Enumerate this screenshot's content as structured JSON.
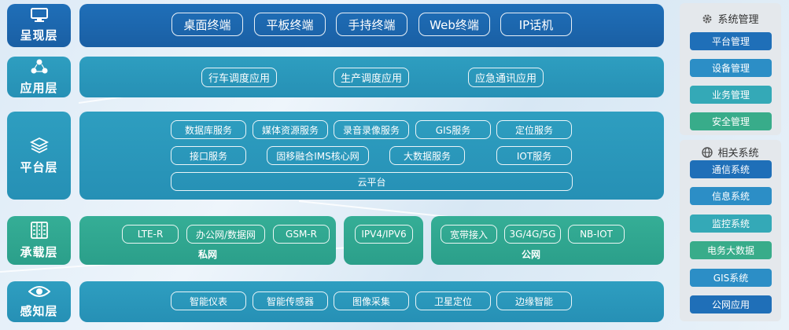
{
  "colors": {
    "blue": "#1f6fb8",
    "teal": "#2e9ec0",
    "green": "#35ae96",
    "side_blue": "#1f6fb8",
    "side_lightblue": "#2c8ec6",
    "side_teal": "#34a9b7",
    "side_green": "#38ac8a"
  },
  "layers": {
    "presentation": {
      "label": "呈现层",
      "icon": "monitor-icon",
      "items": [
        "桌面终端",
        "平板终端",
        "手持终端",
        "Web终端",
        "IP话机"
      ]
    },
    "application": {
      "label": "应用层",
      "icon": "network-nodes-icon",
      "items": [
        "行车调度应用",
        "生产调度应用",
        "应急通讯应用"
      ]
    },
    "platform": {
      "label": "平台层",
      "icon": "layers-icon",
      "row1": [
        "数据库服务",
        "媒体资源服务",
        "录音录像服务",
        "GIS服务",
        "定位服务"
      ],
      "row2": [
        "接口服务",
        "固移融合IMS核心网",
        "大数据服务",
        "IOT服务"
      ],
      "cloud": "云平台"
    },
    "bearer": {
      "label": "承载层",
      "icon": "server-rack-icon",
      "private": {
        "items": [
          "LTE-R",
          "办公网/数据网",
          "GSM-R"
        ],
        "title": "私网"
      },
      "ipv": "IPV4/IPV6",
      "public": {
        "items": [
          "宽带接入",
          "3G/4G/5G",
          "NB-IOT"
        ],
        "title": "公网"
      }
    },
    "perception": {
      "label": "感知层",
      "icon": "eye-icon",
      "items": [
        "智能仪表",
        "智能传感器",
        "图像采集",
        "卫星定位",
        "边缘智能"
      ]
    }
  },
  "sidebar": {
    "management": {
      "title": "系统管理",
      "icon": "gear-icon",
      "items": [
        "平台管理",
        "设备管理",
        "业务管理",
        "安全管理"
      ]
    },
    "related": {
      "title": "相关系统",
      "icon": "globe-icon",
      "items": [
        "通信系统",
        "信息系统",
        "监控系统",
        "电务大数据",
        "GIS系统",
        "公网应用"
      ]
    }
  }
}
